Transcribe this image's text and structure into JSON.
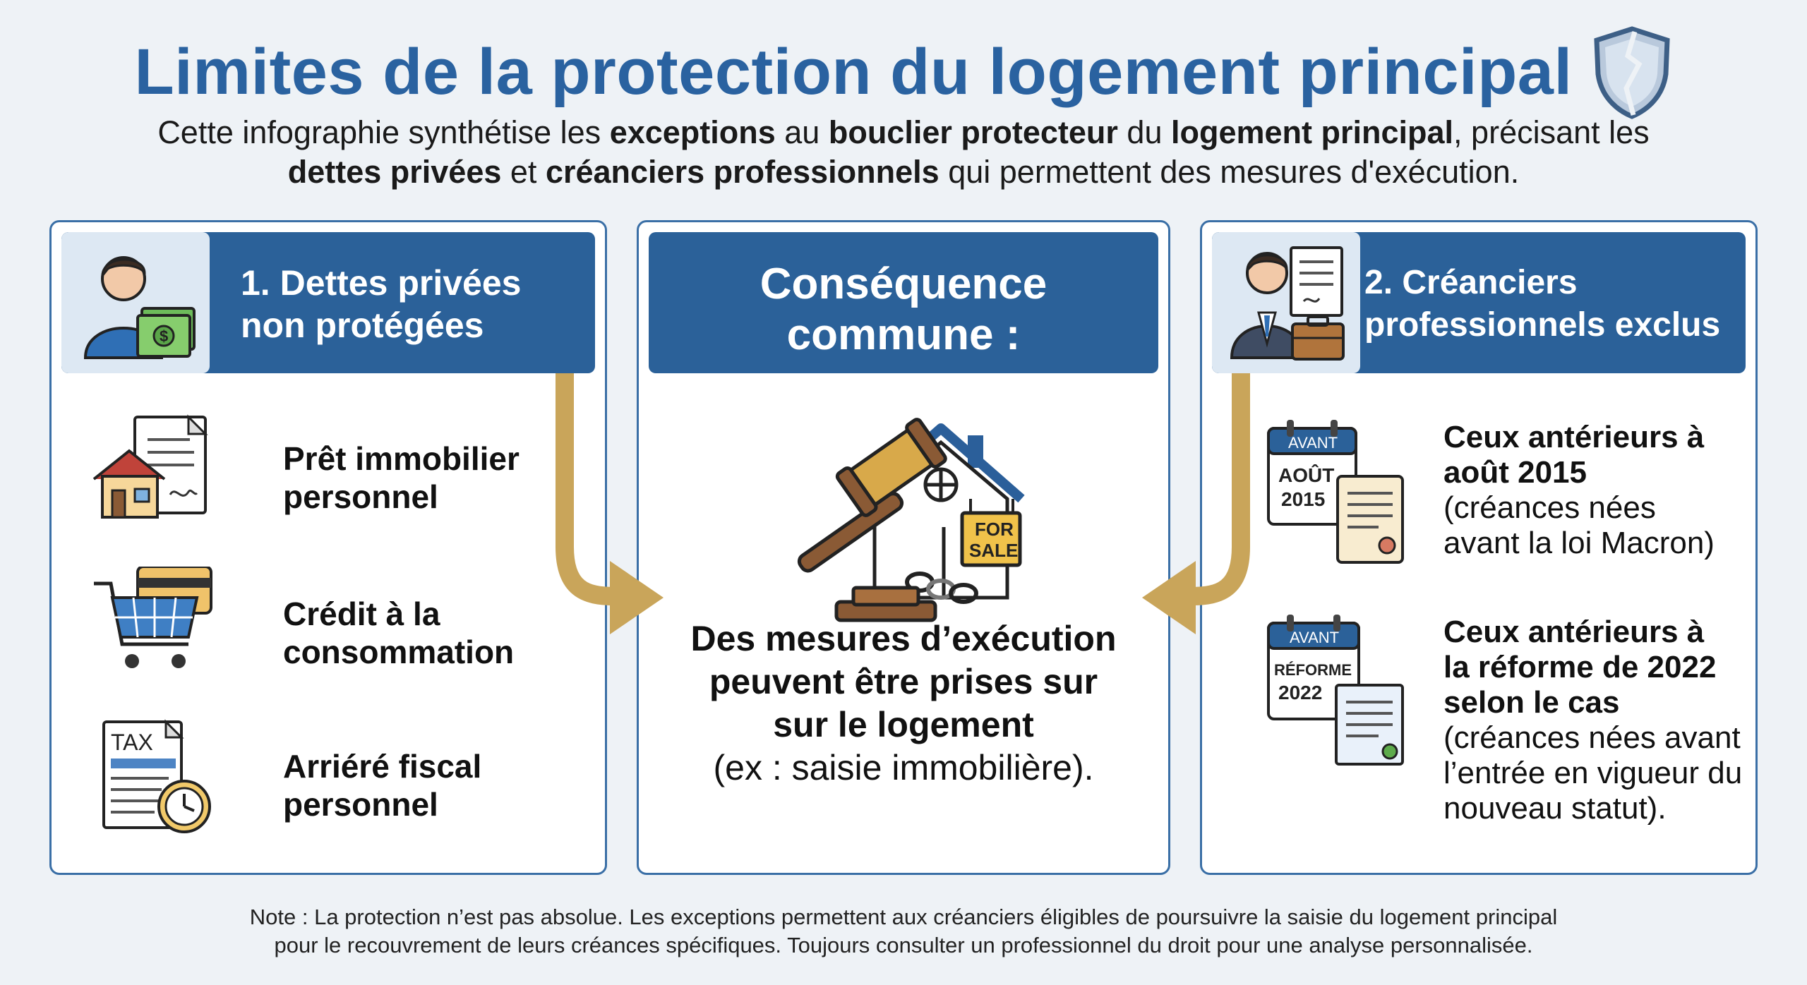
{
  "title": "Limites de la protection du logement principal",
  "subtitle": {
    "line1_part1": "Cette infographie synthétise les ",
    "line1_b1": "exceptions",
    "line1_part2": " au ",
    "line1_b2": "bouclier protecteur",
    "line1_part3": " du ",
    "line1_b3": "logement principal",
    "line1_part4": ", précisant les",
    "line2_b1": "dettes privées",
    "line2_part1": " et ",
    "line2_b2": "créanciers professionnels",
    "line2_part2": " qui permettent des mesures d'exécution."
  },
  "left_panel": {
    "header_line1": "1. Dettes privées",
    "header_line2": "non protégées",
    "items": [
      {
        "line1": "Prêt immobilier",
        "line2": "personnel",
        "icon": "house-document-icon"
      },
      {
        "line1": "Crédit à la",
        "line2": "consommation",
        "icon": "shopping-cart-card-icon"
      },
      {
        "line1": "Arriéré fiscal",
        "line2": "personnel",
        "icon": "tax-clock-icon"
      }
    ]
  },
  "center_panel": {
    "header_line1": "Conséquence",
    "header_line2": "commune :",
    "sign_line1": "FOR",
    "sign_line2": "SALE",
    "consequence_line1": "Des mesures d’exécution",
    "consequence_line2": "peuvent être prises sur",
    "consequence_line3": "sur le logement",
    "consequence_line4": "(ex : saisie immobilière)."
  },
  "right_panel": {
    "header_line1": "2. Créanciers",
    "header_line2": "professionnels exclus",
    "items": [
      {
        "cal_top": "AVANT",
        "cal_mid": "AOÛT",
        "cal_bottom": "2015",
        "bold1": "Ceux antérieurs à",
        "bold2": "août 2015",
        "normal1": "(créances nées",
        "normal2": "avant la loi Macron)"
      },
      {
        "cal_top": "AVANT",
        "cal_mid": "RÉFORME",
        "cal_bottom": "2022",
        "bold1": "Ceux antérieurs à",
        "bold2": "la réforme de 2022",
        "bold3": "selon le cas",
        "normal1": "(créances nées avant",
        "normal2": "l’entrée en vigueur du",
        "normal3": "nouveau statut)."
      }
    ]
  },
  "tax_label": "TAX",
  "note_line1": "Note : La protection n’est pas absolue. Les exceptions permettent aux créanciers éligibles de poursuivre la saisie du logement principal",
  "note_line2": "pour le recouvrement de leurs créances spécifiques. Toujours consulter un professionnel du droit pour une analyse personnalisée.",
  "colors": {
    "title_blue": "#2a62a0",
    "header_blue": "#2b6199",
    "arrow_gold": "#c9a55a",
    "background": "#eef2f6"
  }
}
